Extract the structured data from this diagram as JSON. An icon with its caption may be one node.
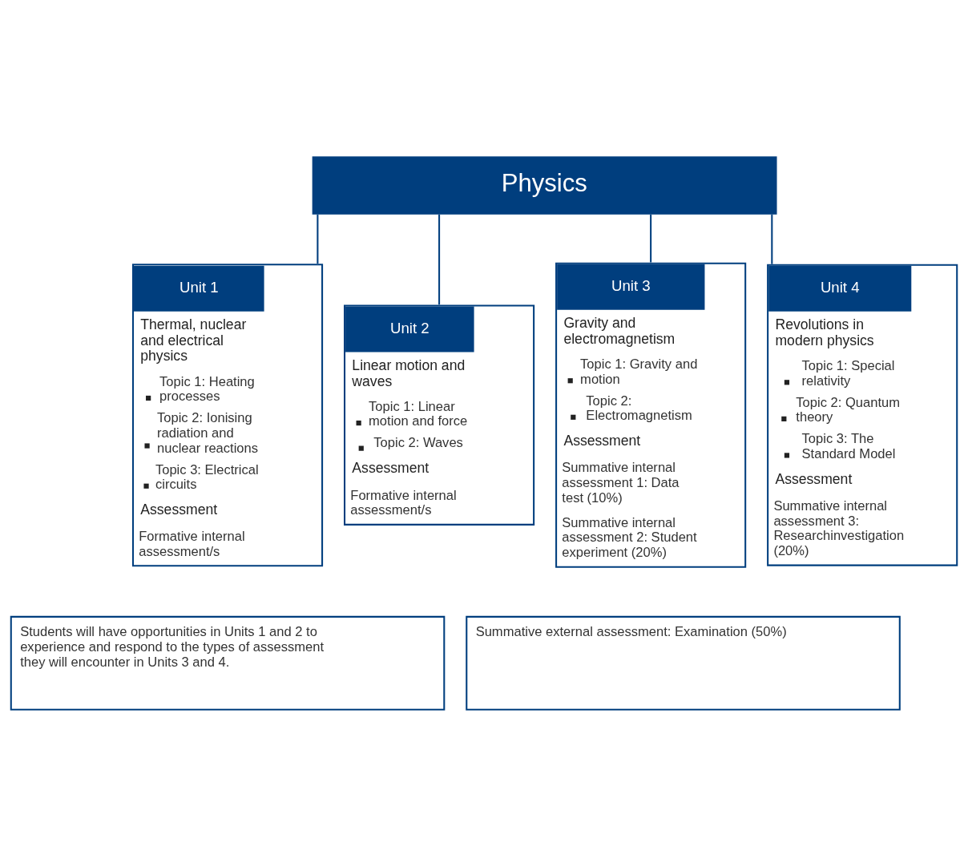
{
  "diagram": {
    "nodes": [
      {
        "text": [
          "Physics"
        ]
      },
      {
        "text": [
          "Unit 1",
          "Thermal, nuclear and electrical physics",
          "Topic 1: Heating processes",
          "Topic 2: Ionising radiation and nuclear reactions",
          "Topic 3: Electrical circuits",
          "Assessment",
          "Formative internal assessment/s"
        ]
      },
      {
        "text": [
          "Unit 2",
          "Linear motion and waves",
          "Topic 1: Linear motion and force",
          "Topic 2: Waves",
          "Assessment",
          "Formative internal assessment/s"
        ]
      },
      {
        "text": [
          "Unit 3",
          "Gravity and electromagnetism",
          "Topic 1: Gravity and motion",
          "Topic 2: Electromagnetism",
          "Assessment",
          "Summative internal assessment 1: Data test (10%)",
          "Summative internal assessment 2: Student experiment (20%)"
        ]
      },
      {
        "text": [
          "Unit 4",
          "Revolutions in modern physics",
          "Topic 1: Special relativity",
          "Topic 2: Quantum theory",
          "Topic 3: The Standard Model",
          "Assessment",
          "Summative internal assessment 3: Researchinvestigation (20%)"
        ]
      },
      {
        "text": [
          "Students will have opportunities in Units 1 and 2 to experience and respond to the types of assessment they will encounter in Units 3 and 4."
        ]
      },
      {
        "text": [
          "Summative external assessment: Examination (50%)"
        ]
      }
    ],
    "edges": [
      {
        "from": 0,
        "to": 1,
        "arrow": "none"
      },
      {
        "from": 0,
        "to": 2,
        "arrow": "none"
      },
      {
        "from": 0,
        "to": 3,
        "arrow": "none"
      },
      {
        "from": 0,
        "to": 4,
        "arrow": "none"
      }
    ]
  }
}
